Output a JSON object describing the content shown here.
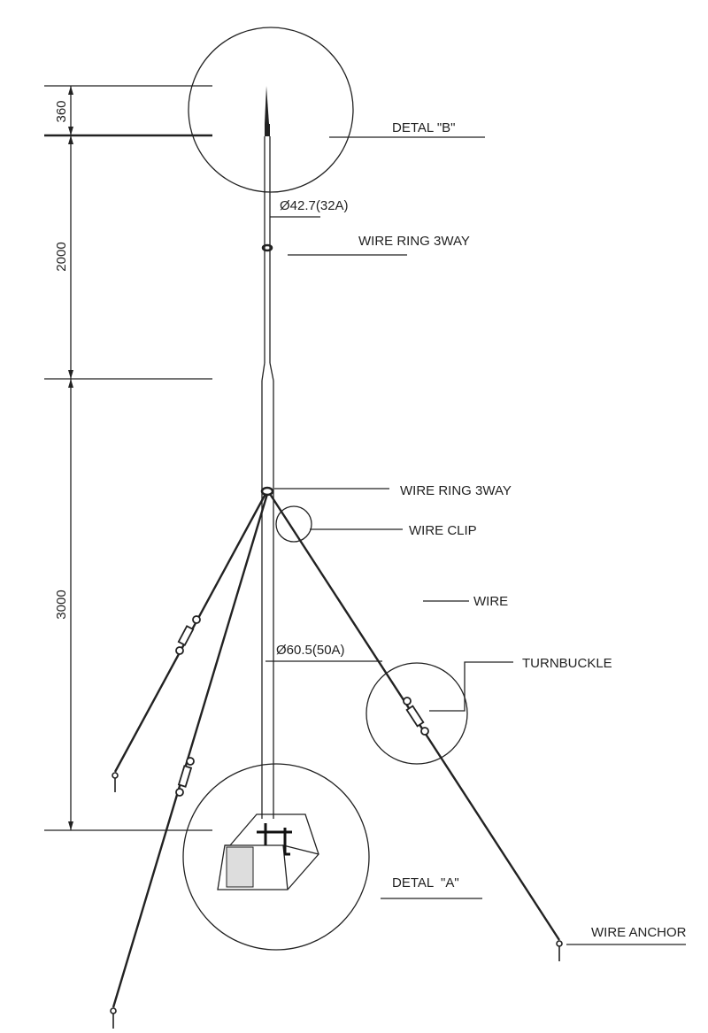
{
  "dimensions": {
    "d1": "360",
    "d2": "2000",
    "d3": "3000"
  },
  "labels": {
    "detail_b": "DETAL \"B\"",
    "dia_top": "Ø42.7(32A)",
    "wire_ring_upper": "WIRE RING 3WAY",
    "wire_ring_lower": "WIRE RING 3WAY",
    "wire_clip": "WIRE CLIP",
    "wire": "WIRE",
    "dia_bottom": "Ø60.5(50A)",
    "turnbuckle": "TURNBUCKLE",
    "detail_a": "DETAL  \"A\"",
    "wire_anchor": "WIRE ANCHOR"
  },
  "colors": {
    "line": "#222222",
    "background": "#ffffff"
  }
}
